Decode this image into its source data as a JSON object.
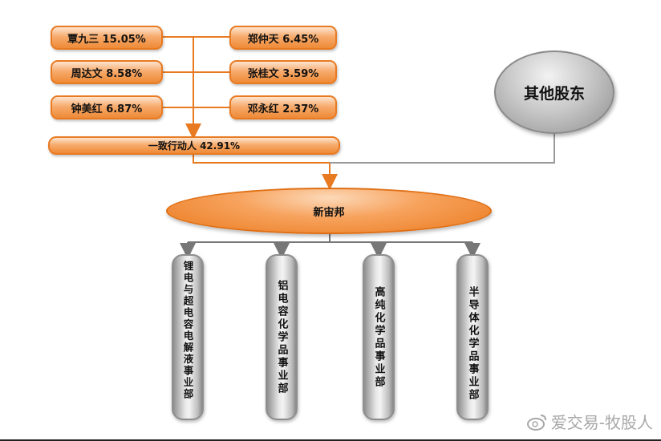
{
  "shareholders_left": [
    {
      "label": "覃九三 15.05%"
    },
    {
      "label": "周达文 8.58%"
    },
    {
      "label": "钟美红 6.87%"
    }
  ],
  "shareholders_right": [
    {
      "label": "郑仲天 6.45%"
    },
    {
      "label": "张桂文 3.59%"
    },
    {
      "label": "邓永红 2.37%"
    }
  ],
  "concerted_group": {
    "label": "一致行动人 42.91%"
  },
  "other_shareholders": {
    "label": "其他股东"
  },
  "company": {
    "label": "新宙邦"
  },
  "divisions": [
    {
      "label": "锂电与超电容电解液事业部"
    },
    {
      "label": "铝电容化学品事业部"
    },
    {
      "label": "高纯化学品事业部"
    },
    {
      "label": "半导体化学品事业部"
    }
  ],
  "watermark": {
    "text": "爱交易-牧股人",
    "icon": "weibo-icon"
  },
  "colors": {
    "accent": "#ee8a36",
    "border": "#e87a22",
    "connector": "#777777",
    "gray_node": "#b0b0b0"
  }
}
